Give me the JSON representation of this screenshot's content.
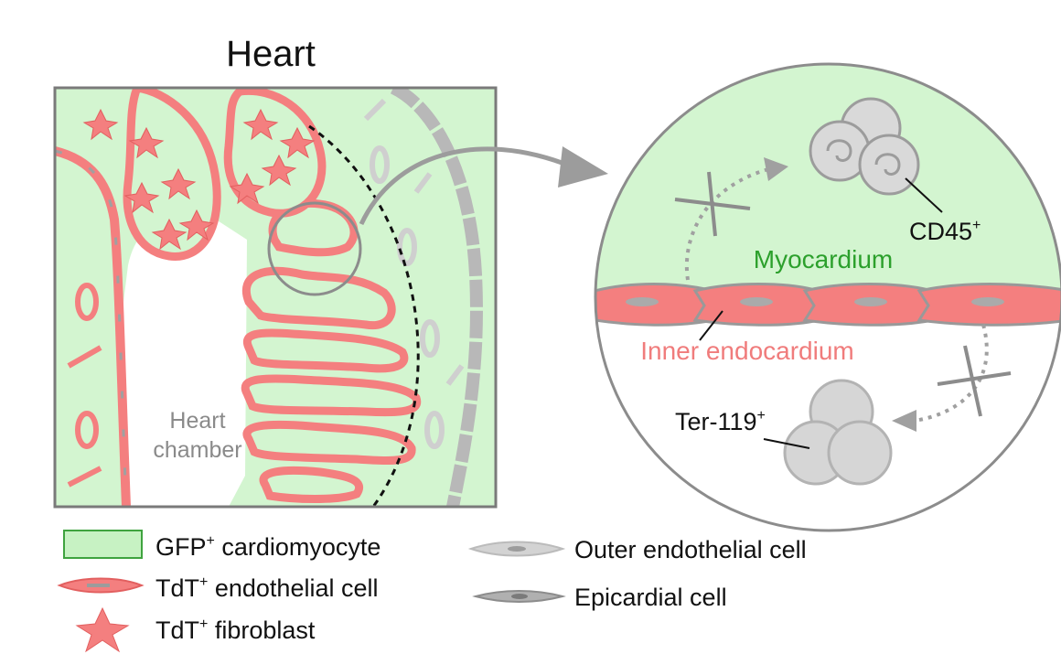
{
  "title": "Heart",
  "labels": {
    "chamber_line1": "Heart",
    "chamber_line2": "chamber",
    "myocardium": "Myocardium",
    "inner_endocardium": "Inner endocardium",
    "cd45": "CD45",
    "cd45_sup": "+",
    "ter119": "Ter-119",
    "ter119_sup": "+"
  },
  "legend": [
    {
      "main": "GFP",
      "sup": "+",
      "rest": " cardiomyocyte",
      "icon": "green-box"
    },
    {
      "main": "TdT",
      "sup": "+",
      "rest": " endothelial cell",
      "icon": "red-elongated-cell"
    },
    {
      "main": "TdT",
      "sup": "+",
      "rest": " fibroblast",
      "icon": "red-star-cell"
    },
    {
      "main": "Outer endothelial cell",
      "sup": "",
      "rest": "",
      "icon": "light-gray-elongated-cell"
    },
    {
      "main": "Epicardial cell",
      "sup": "",
      "rest": "",
      "icon": "gray-elongated-cell"
    }
  ],
  "colors": {
    "cardiomyocyte_fill": "#d3f5d0",
    "endothelial": "#f47f7f",
    "endothelial_dark": "#e66a6a",
    "nucleus": "#9c9c9c",
    "outer_cell": "#cfcfcf",
    "epicardial": "#a8a8a8",
    "myocardium_text": "#2ca02c",
    "endocardium_text": "#f07c7c",
    "chamber_text": "#8a8a8a",
    "outline": "#707070",
    "blood_cell": "#d4d4d4"
  }
}
